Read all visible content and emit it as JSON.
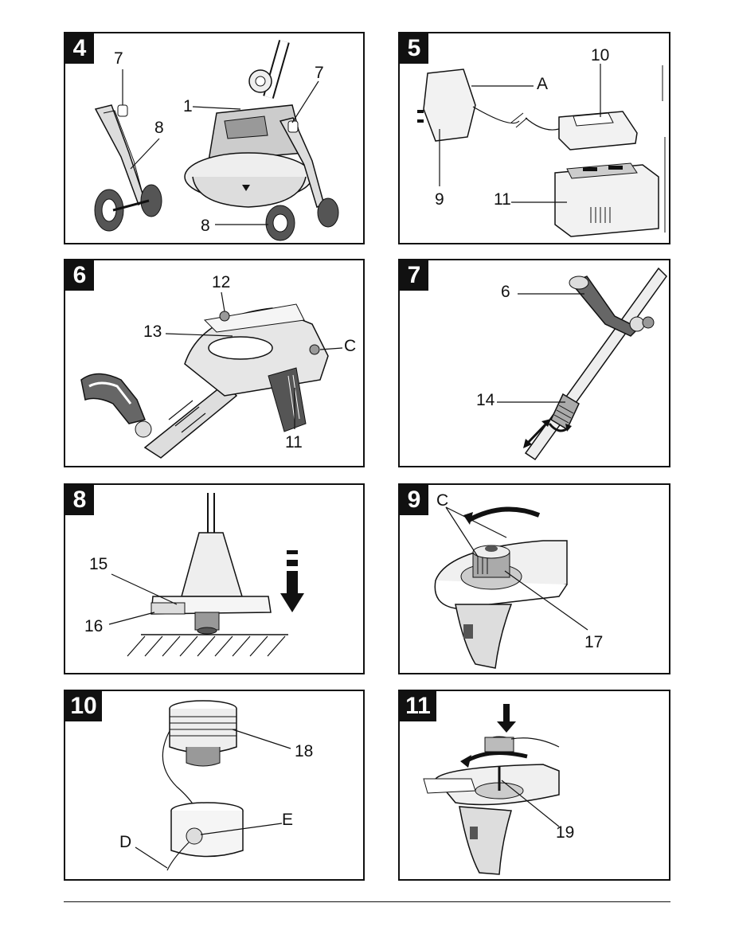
{
  "panels": [
    {
      "number": "4",
      "callouts": [
        "7",
        "1",
        "7",
        "8",
        "8"
      ]
    },
    {
      "number": "5",
      "callouts": [
        "10",
        "A",
        "9",
        "11"
      ]
    },
    {
      "number": "6",
      "callouts": [
        "12",
        "13",
        "C",
        "11"
      ]
    },
    {
      "number": "7",
      "callouts": [
        "6",
        "14"
      ]
    },
    {
      "number": "8",
      "callouts": [
        "15",
        "16"
      ]
    },
    {
      "number": "9",
      "callouts": [
        "C",
        "17"
      ]
    },
    {
      "number": "10",
      "callouts": [
        "18",
        "D",
        "E"
      ]
    },
    {
      "number": "11",
      "callouts": [
        "19"
      ]
    }
  ]
}
